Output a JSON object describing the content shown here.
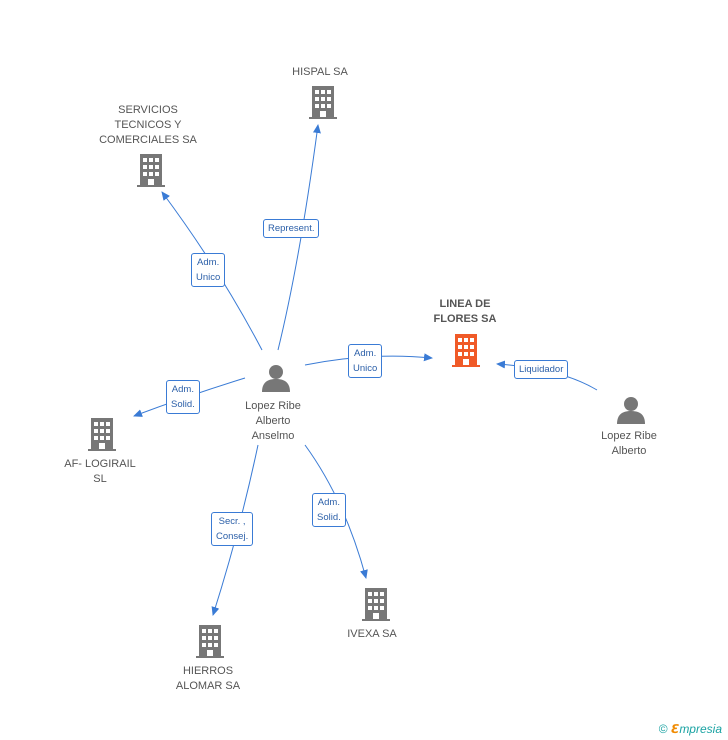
{
  "colors": {
    "edge": "#3a7bd5",
    "company": "#777777",
    "focus": "#f05a28",
    "person": "#777777"
  },
  "nodes": {
    "linea": {
      "label": "LINEA DE\nFLORES SA",
      "icon": "building-icon"
    },
    "hispal": {
      "label": "HISPAL SA",
      "icon": "building-icon"
    },
    "servicios": {
      "label": "SERVICIOS\nTECNICOS Y\nCOMERCIALES SA",
      "icon": "building-icon"
    },
    "af": {
      "label": "AF- LOGIRAIL\nSL",
      "icon": "building-icon"
    },
    "hierros": {
      "label": "HIERROS\nALOMAR SA",
      "icon": "building-icon"
    },
    "ivexa": {
      "label": "IVEXA SA",
      "icon": "building-icon"
    },
    "person1": {
      "label": "Lopez Ribe\nAlberto\nAnselmo",
      "icon": "person-icon"
    },
    "person2": {
      "label": "Lopez Ribe\nAlberto",
      "icon": "person-icon"
    }
  },
  "edges": {
    "represent": "Represent.",
    "adm_unico_1": "Adm.\nUnico",
    "adm_unico_2": "Adm.\nUnico",
    "adm_solid_1": "Adm.\nSolid.",
    "adm_solid_2": "Adm.\nSolid.",
    "secr": "Secr. ,\nConsej.",
    "liquidador": "Liquidador"
  },
  "brand": {
    "copyright": "©",
    "e": "ℇ",
    "name": "mpresia"
  }
}
